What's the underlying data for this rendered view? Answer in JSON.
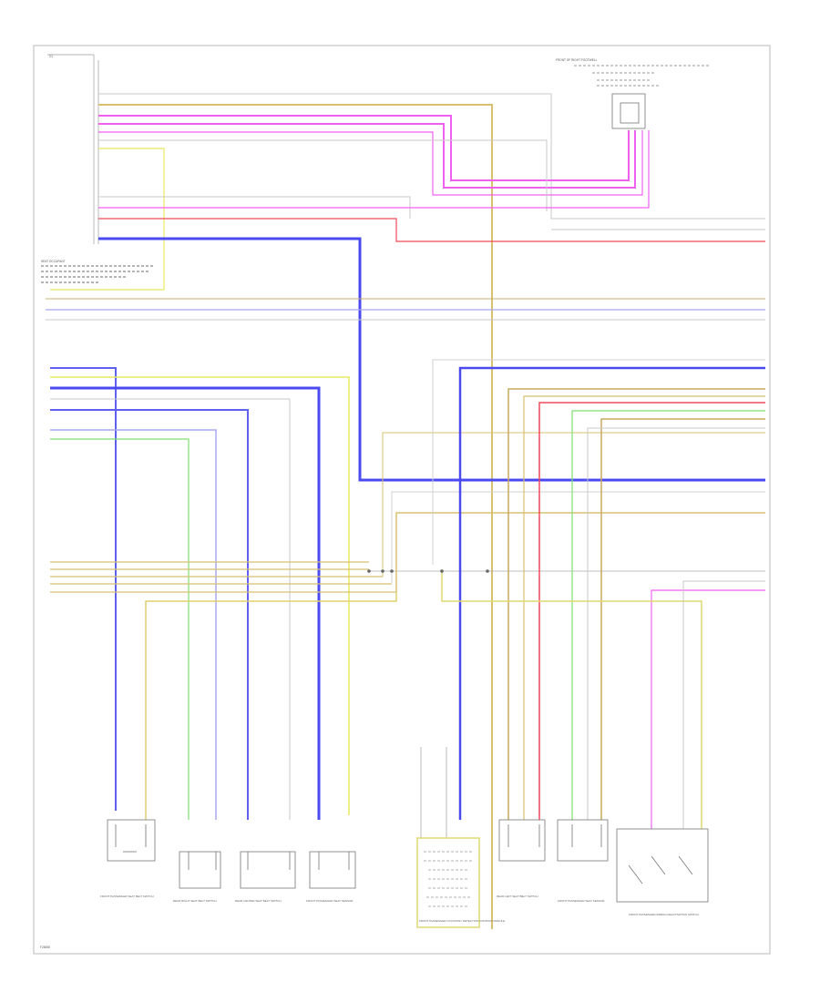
{
  "diagram": {
    "footer_code": "F28458",
    "top_connector_label": "C1",
    "top_module_label": "FRONT OF RIGHT FOOTWELL",
    "left_module_label": "SEAT OCCUPANT",
    "components": [
      {
        "id": "c1",
        "label": "FRONT PASSENGER SEAT BELT SWITCH"
      },
      {
        "id": "c2",
        "label": "REAR RIGHT SEAT BELT SWITCH"
      },
      {
        "id": "c3",
        "label": "REAR CENTER SEAT BELT SWITCH"
      },
      {
        "id": "c4",
        "label": "FRONT PASSENGER SEAT SENSOR"
      },
      {
        "id": "c5",
        "label": "FRONT PASSENGER OCCUPANT DETECTION CONTROL MODULE"
      },
      {
        "id": "c6",
        "label": "REAR LEFT SEAT BELT SWITCH"
      },
      {
        "id": "c7",
        "label": "FRONT PASSENGER SEAT SENSOR"
      },
      {
        "id": "c8",
        "label": "FRONT PASSENGER AIRBAG DEACTIVATION SWITCH"
      }
    ]
  },
  "colors": {
    "blue": "#4a4af0",
    "pink": "#f060f0",
    "red": "#f04a5a",
    "tan": "#d8c070",
    "yellow": "#f0f060",
    "green": "#80e070",
    "grey": "#c0c0c0",
    "lightgrey": "#dcdcdc",
    "lavender": "#a8a8f0",
    "wine": "#c03060"
  }
}
